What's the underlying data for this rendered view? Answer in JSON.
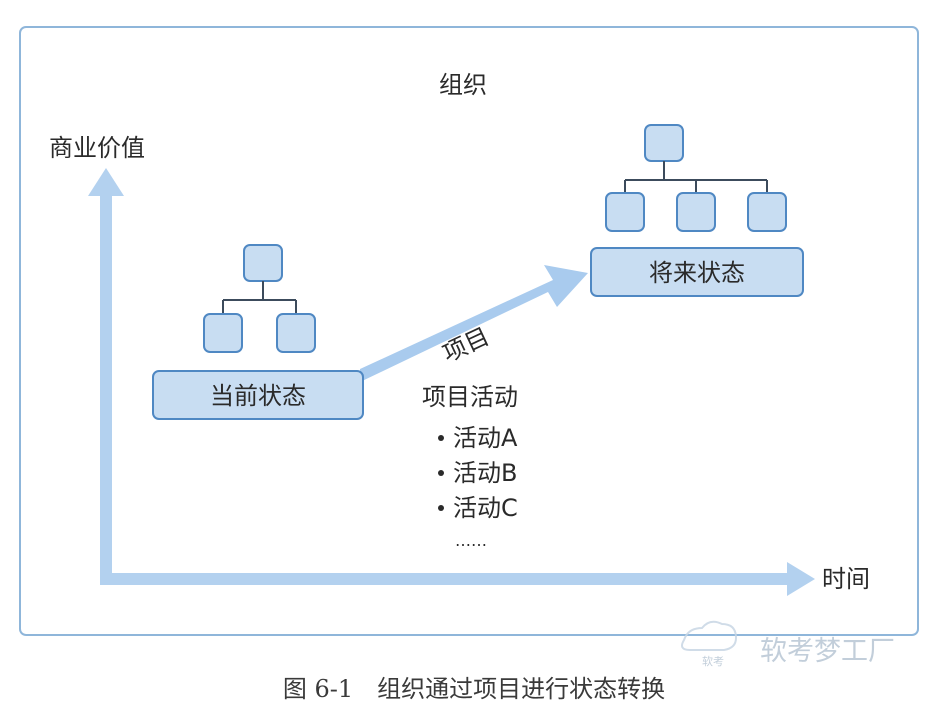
{
  "diagram": {
    "title": "组织",
    "y_axis_label": "商业价值",
    "x_axis_label": "时间",
    "current_state": "当前状态",
    "future_state": "将来状态",
    "arrow_label": "项目",
    "activities": {
      "heading": "项目活动",
      "items": [
        "活动A",
        "活动B",
        "活动C"
      ],
      "ellipsis": "……"
    }
  },
  "caption": "图 6-1　组织通过项目进行状态转换",
  "watermark": {
    "main": "软考梦工厂",
    "small": "软考"
  },
  "colors": {
    "node_fill": "#c8ddf2",
    "node_stroke": "#4f88c3",
    "axis": "#b3d1ef",
    "frame": "#8fb6da"
  }
}
